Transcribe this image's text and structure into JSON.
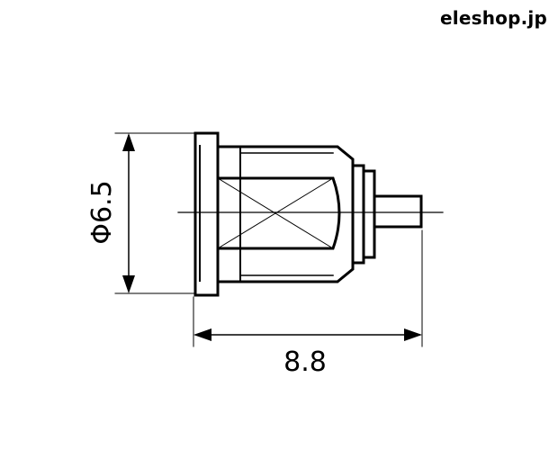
{
  "watermark": "eleshop.jp",
  "diagram": {
    "diameter_label": "Φ6.5",
    "length_label": "8.8"
  },
  "colors": {
    "line": "#000000",
    "background": "#ffffff"
  }
}
